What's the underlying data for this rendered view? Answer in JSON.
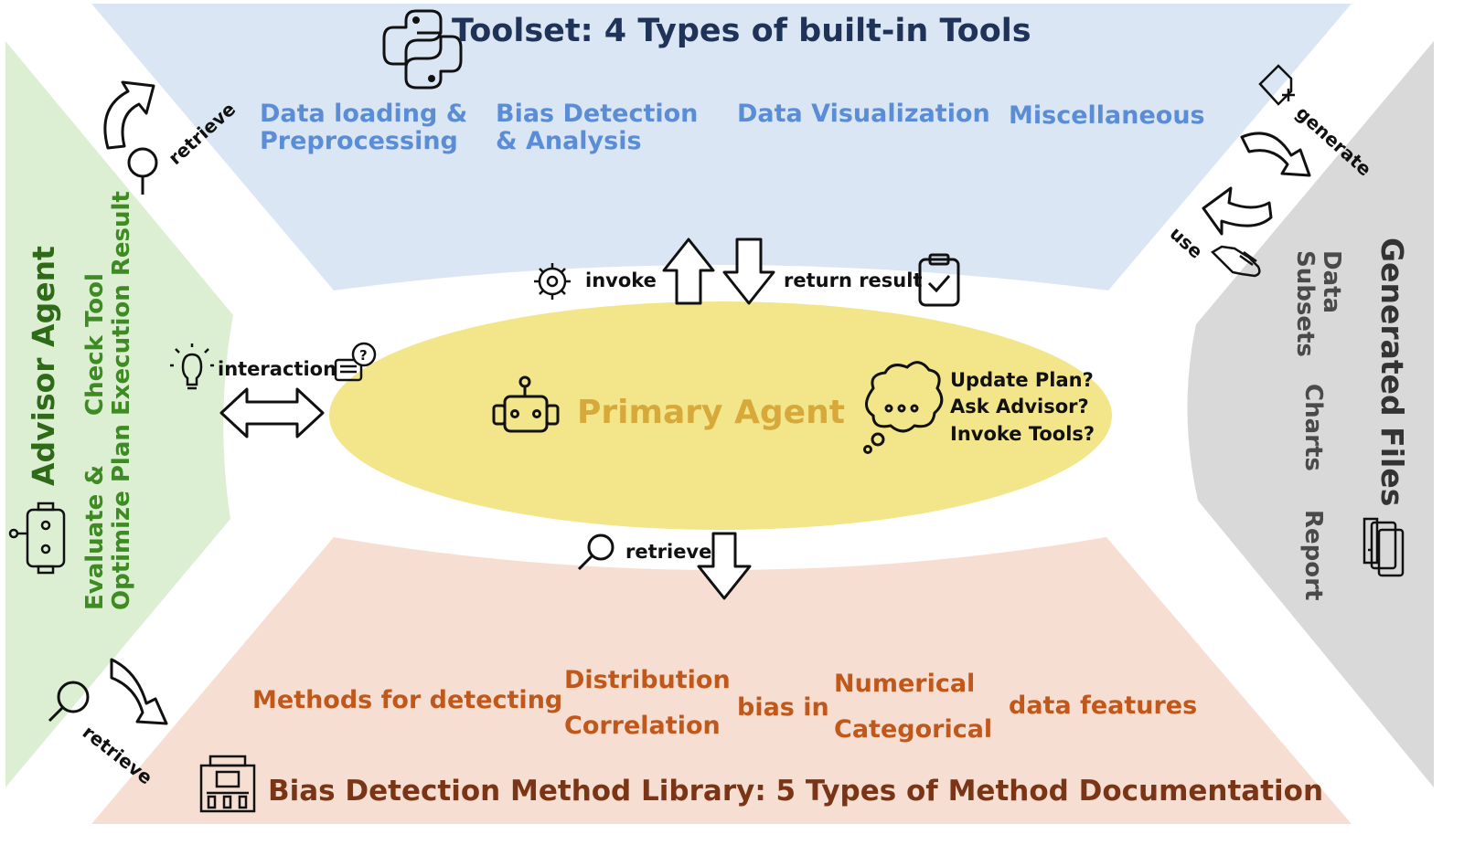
{
  "toolset": {
    "title": "Toolset: 4 Types of built-in Tools",
    "tools": [
      {
        "line1": "Data loading &",
        "line2": "Preprocessing"
      },
      {
        "line1": "Bias Detection",
        "line2": "& Analysis"
      },
      {
        "line1": "Data Visualization",
        "line2": ""
      },
      {
        "line1": "Miscellaneous",
        "line2": ""
      }
    ]
  },
  "library": {
    "title": "Bias Detection Method Library: 5 Types of Method Documentation",
    "phrase_start": "Methods for detecting",
    "types": [
      "Distribution",
      "Correlation"
    ],
    "bias_in": "bias in",
    "features": [
      "Numerical",
      "Categorical"
    ],
    "phrase_end": "data features"
  },
  "advisor": {
    "title": "Advisor Agent",
    "col1_line1": "Evaluate &",
    "col1_line2": "Optimize Plan",
    "col2_line1": "Check Tool",
    "col2_line2": "Execution Result"
  },
  "generated": {
    "title": "Generated Files",
    "items": [
      "Data Subsets",
      "Charts",
      "Report"
    ],
    "data_subsets_line1": "Data",
    "data_subsets_line2": "Subsets"
  },
  "primary": {
    "title": "Primary Agent",
    "thoughts": [
      "Update Plan?",
      "Ask Advisor?",
      "Invoke Tools?"
    ]
  },
  "labels": {
    "invoke": "invoke",
    "return_result": "return result",
    "interaction": "interaction",
    "retrieve_center": "retrieve",
    "retrieve_top_left": "retrieve",
    "retrieve_bottom_left": "retrieve",
    "generate": "generate",
    "use": "use"
  },
  "colors": {
    "toolset_bg": "#dbe6f5",
    "library_bg": "#f6dfd2",
    "advisor_bg": "#dcefd2",
    "generated_bg": "#d9d9d9",
    "primary_bg": "#f3e58a",
    "toolset_text": "#5b8dd6",
    "library_text": "#c0581c",
    "library_title": "#7a3516",
    "advisor_text": "#3d8b22",
    "advisor_title": "#2f6a18",
    "primary_text": "#d6a93a",
    "toolset_title": "#1f3257"
  }
}
